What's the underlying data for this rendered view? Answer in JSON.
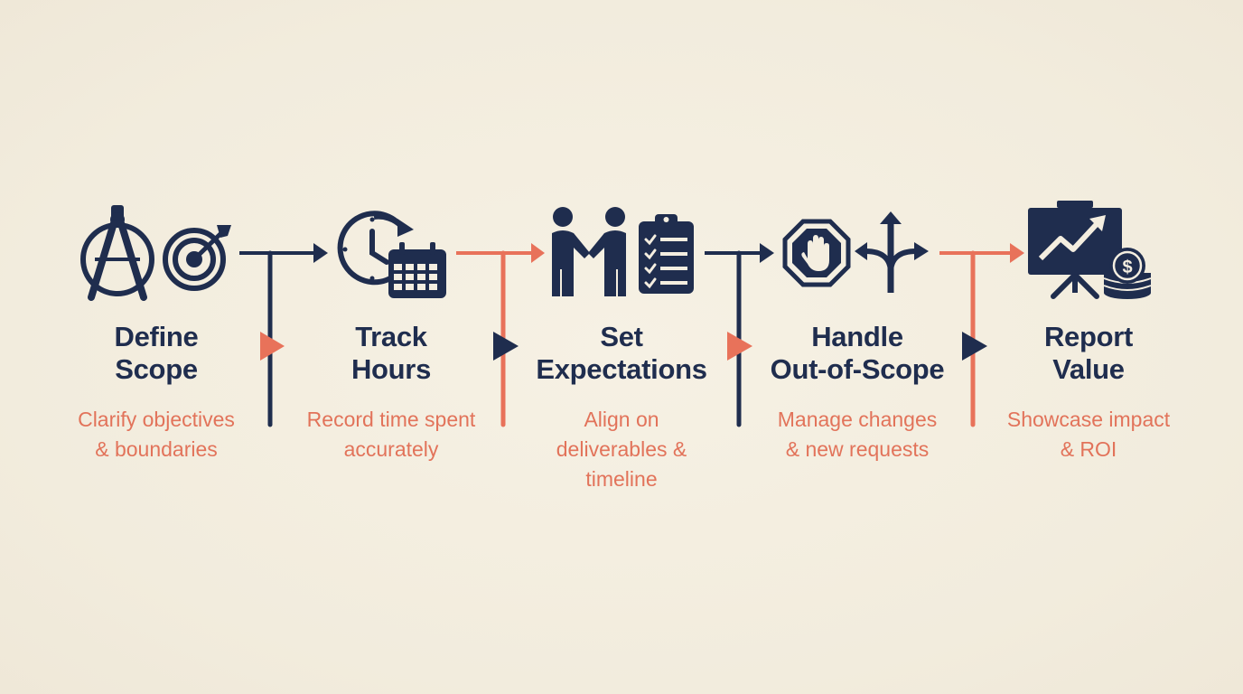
{
  "colors": {
    "navy": "#1f2d4e",
    "coral": "#e8725a",
    "background": "#f4eee0"
  },
  "steps": [
    {
      "title_lines": [
        "Define",
        "Scope"
      ],
      "desc_lines": [
        "Clarify objectives",
        "& boundaries"
      ],
      "icons": [
        "compass-icon",
        "target-icon"
      ]
    },
    {
      "title_lines": [
        "Track",
        "Hours"
      ],
      "desc_lines": [
        "Record time spent",
        "accurately"
      ],
      "icons": [
        "clock-icon",
        "calendar-icon"
      ]
    },
    {
      "title_lines": [
        "Set",
        "Expectations"
      ],
      "desc_lines": [
        "Align on",
        "deliverables &",
        "timeline"
      ],
      "icons": [
        "handshake-icon",
        "clipboard-checklist-icon"
      ]
    },
    {
      "title_lines": [
        "Handle",
        "Out-of-Scope"
      ],
      "desc_lines": [
        "Manage changes",
        "& new requests"
      ],
      "icons": [
        "stop-hand-icon",
        "split-arrows-icon"
      ]
    },
    {
      "title_lines": [
        "Report",
        "Value"
      ],
      "desc_lines": [
        "Showcase impact",
        "& ROI"
      ],
      "icons": [
        "presentation-chart-icon",
        "coins-icon"
      ]
    }
  ],
  "connectors": [
    {
      "color": "navy",
      "marker": "coral"
    },
    {
      "color": "coral",
      "marker": "navy"
    },
    {
      "color": "navy",
      "marker": "coral"
    },
    {
      "color": "coral",
      "marker": "navy"
    }
  ]
}
